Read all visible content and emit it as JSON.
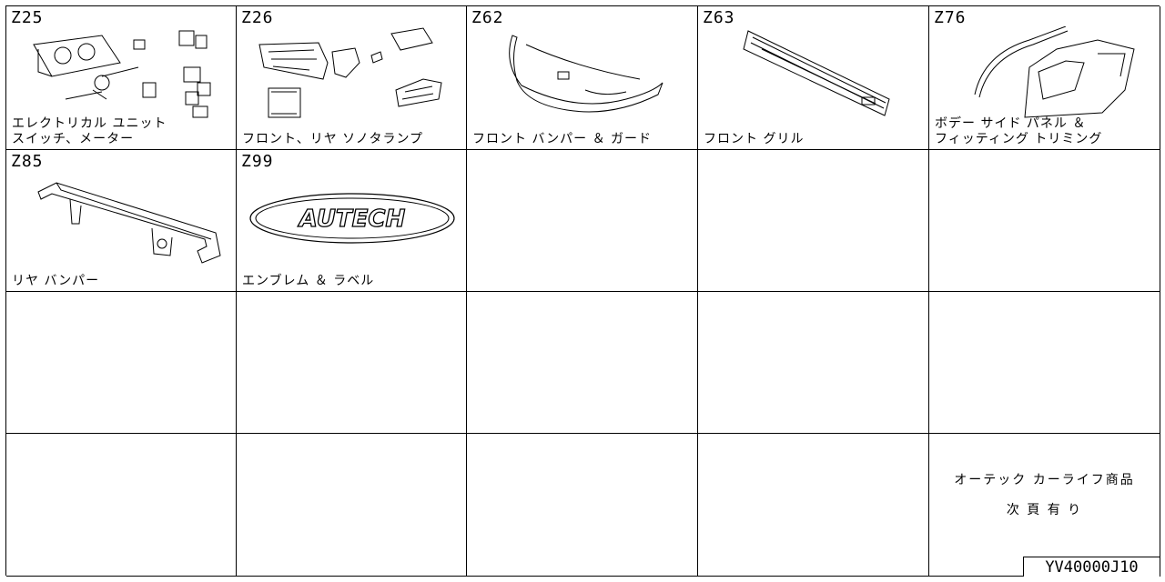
{
  "cells": [
    {
      "code": "Z25",
      "label": "エレクトリカル ユニット\nスイッチ、メーター",
      "icon": "electrical-unit-switch-meter-icon"
    },
    {
      "code": "Z26",
      "label": "フロント、リヤ ソノタランプ",
      "icon": "lamp-icon"
    },
    {
      "code": "Z62",
      "label": "フロント バンパー ＆ ガード",
      "icon": "front-bumper-icon"
    },
    {
      "code": "Z63",
      "label": "フロント グリル",
      "icon": "front-grille-icon"
    },
    {
      "code": "Z76",
      "label": "ボデー サイド パネル ＆\nフィッティング トリミング",
      "icon": "body-side-panel-icon"
    },
    {
      "code": "Z85",
      "label": "リヤ バンパー",
      "icon": "rear-bumper-icon"
    },
    {
      "code": "Z99",
      "label": "エンブレム ＆ ラベル",
      "icon": "emblem-icon"
    }
  ],
  "emblem_text": "AUTECH",
  "note": {
    "line1": "オーテック カーライフ商品",
    "line2": "次 頁 有 り"
  },
  "footer_code": "YV40000J10"
}
